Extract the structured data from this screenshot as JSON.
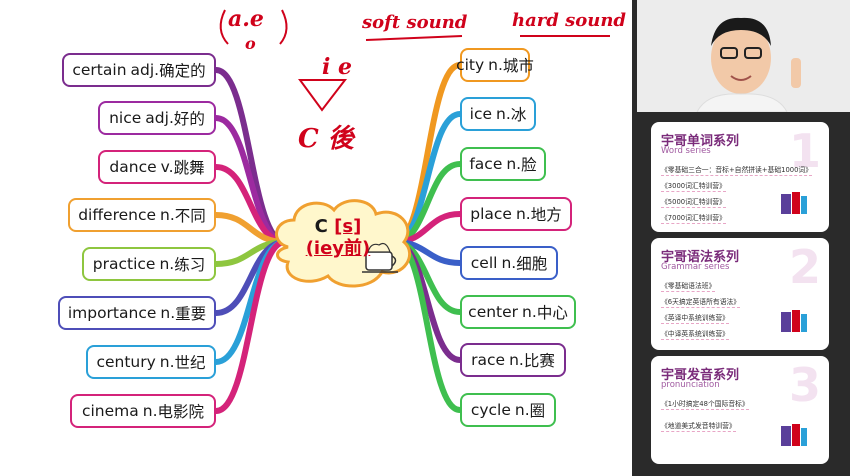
{
  "center": {
    "letter": "C",
    "rule": "[s]",
    "condition": "(iey前)"
  },
  "annotations": {
    "soft": "soft sound",
    "hard": "hard sound",
    "ae": "a.e",
    "o": "o",
    "ie": "i e",
    "c_note": "C 後"
  },
  "left_words": [
    {
      "word": "certain",
      "pos": "adj.",
      "meaning": "确定的",
      "color": "#7b2d8e"
    },
    {
      "word": "nice",
      "pos": "adj.",
      "meaning": "好的",
      "color": "#9c2aa0"
    },
    {
      "word": "dance",
      "pos": "v.",
      "meaning": "跳舞",
      "color": "#d4237a"
    },
    {
      "word": "difference",
      "pos": "n.",
      "meaning": "不同",
      "color": "#f0a030"
    },
    {
      "word": "practice",
      "pos": "n.",
      "meaning": "练习",
      "color": "#8ec63f"
    },
    {
      "word": "importance",
      "pos": "n.",
      "meaning": "重要",
      "color": "#4e4eb8"
    },
    {
      "word": "century",
      "pos": "n.",
      "meaning": "世纪",
      "color": "#2aa0d8"
    },
    {
      "word": "cinema",
      "pos": "n.",
      "meaning": "电影院",
      "color": "#d4237a"
    }
  ],
  "right_words": [
    {
      "word": "city",
      "pos": "n.",
      "meaning": "城市",
      "color": "#f09820"
    },
    {
      "word": "ice",
      "pos": "n.",
      "meaning": "冰",
      "color": "#2aa0d8"
    },
    {
      "word": "face",
      "pos": "n.",
      "meaning": "脸",
      "color": "#3fbf4f"
    },
    {
      "word": "place",
      "pos": "n.",
      "meaning": "地方",
      "color": "#d4237a"
    },
    {
      "word": "cell",
      "pos": "n.",
      "meaning": "细胞",
      "color": "#3a5fc8"
    },
    {
      "word": "center",
      "pos": "n.",
      "meaning": "中心",
      "color": "#3fbf4f"
    },
    {
      "word": "race",
      "pos": "n.",
      "meaning": "比赛",
      "color": "#7b2d8e"
    },
    {
      "word": "cycle",
      "pos": "n.",
      "meaning": "圈",
      "color": "#3fbf4f"
    }
  ],
  "sidebar": {
    "cards": [
      {
        "number": "1",
        "title": "宇哥单词系列",
        "subtitle": "Word series",
        "items": [
          "《零基础三合一：音标+自然拼读+基础1000词》",
          "《3000词汇特训营》",
          "《5000词汇特训营》",
          "《7000词汇特训营》"
        ]
      },
      {
        "number": "2",
        "title": "宇哥语法系列",
        "subtitle": "Grammar series",
        "items": [
          "《零基础语法班》",
          "《6天搞定英语所有语法》",
          "《英译中系统训练营》",
          "《中译英系统训练营》"
        ]
      },
      {
        "number": "3",
        "title": "宇哥发音系列",
        "subtitle": "pronunciation",
        "items": [
          "《1小时搞定48个国际音标》",
          "《地道美式发音特训营》"
        ]
      }
    ]
  }
}
